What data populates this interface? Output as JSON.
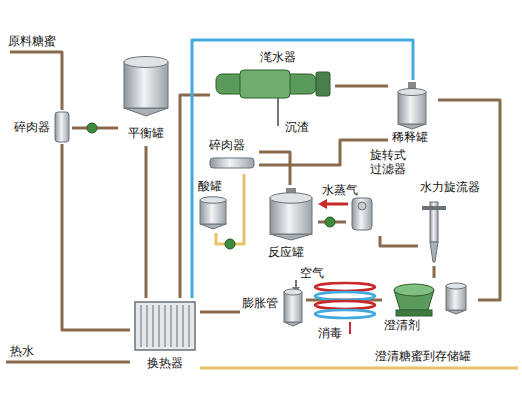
{
  "diagram": {
    "nodes": [
      {
        "text": [
          "碎肉器"
        ]
      },
      {
        "text": [
          "平衡罐"
        ]
      },
      {
        "text": [
          "滗水器"
        ]
      },
      {
        "text": [
          "稀释罐"
        ]
      },
      {
        "text": [
          "碎肉器"
        ]
      },
      {
        "text": [
          "酸罐"
        ]
      },
      {
        "text": [
          "反应罐"
        ]
      },
      {
        "text": [
          "旋转式过滤器"
        ]
      },
      {
        "text": [
          "水力旋流器"
        ]
      },
      {
        "text": [
          "膨胀管"
        ]
      },
      {
        "text": [
          "换热器"
        ]
      },
      {
        "text": [
          "澄清剂"
        ]
      }
    ],
    "edges": [
      {
        "from": 0,
        "to": 1,
        "arrow": "none"
      },
      {
        "from": 1,
        "to": 10,
        "arrow": "none"
      },
      {
        "from": 10,
        "to": 2,
        "arrow": "none"
      },
      {
        "from": 2,
        "to": 3,
        "arrow": "none"
      },
      {
        "from": 3,
        "to": 4,
        "arrow": "none"
      },
      {
        "from": 5,
        "to": 4,
        "arrow": "none"
      },
      {
        "from": 4,
        "to": 6,
        "arrow": "none"
      },
      {
        "from": 6,
        "to": 7,
        "arrow": "none"
      },
      {
        "from": 7,
        "to": 8,
        "arrow": "none"
      },
      {
        "from": 8,
        "to": 11,
        "arrow": "none"
      },
      {
        "from": 11,
        "to": 9,
        "arrow": "none"
      },
      {
        "from": 9,
        "to": 10,
        "arrow": "none"
      },
      {
        "from": 0,
        "to": 10,
        "arrow": "none"
      },
      {
        "from": 3,
        "to": 11,
        "arrow": "none"
      },
      {
        "from": 10,
        "to": 3,
        "arrow": "none"
      }
    ],
    "labels": [
      "原料糖蜜",
      "沉渣",
      "水蒸气",
      "空气",
      "消毒",
      "热水",
      "澄清糖蜜到存储罐"
    ]
  }
}
